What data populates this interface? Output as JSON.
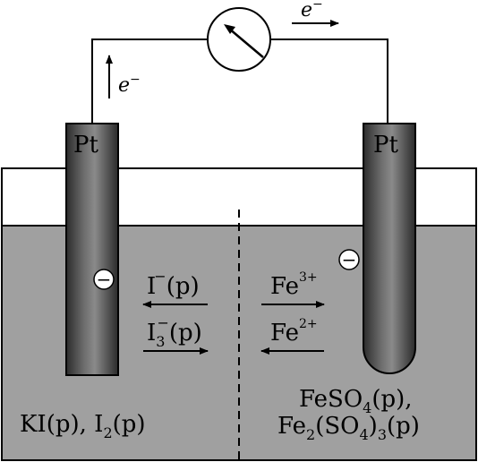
{
  "meter": {
    "icon": "galvanometer-icon"
  },
  "electron_flow": {
    "top": {
      "base": "e",
      "sup": "−"
    },
    "left": {
      "base": "e",
      "sup": "−"
    }
  },
  "electrodes": {
    "left": {
      "label": "Pt",
      "charge_sign": "−"
    },
    "right": {
      "label": "Pt",
      "charge_sign": "−"
    }
  },
  "left_half": {
    "species_1": {
      "base": "I",
      "sup": "−",
      "state": "(p)"
    },
    "species_2": {
      "base": "I",
      "sub": "3",
      "sup": "−",
      "state": "(p)"
    },
    "solution": {
      "part1": "KI(p), I",
      "sub": "2",
      "part2": "(p)"
    }
  },
  "right_half": {
    "species_1": {
      "base": "Fe",
      "sup": "3+"
    },
    "species_2": {
      "base": "Fe",
      "sup": "2+"
    },
    "solution_line1": {
      "part1": "FeSO",
      "sub": "4",
      "part2": "(p),"
    },
    "solution_line2": {
      "part1": "Fe",
      "sub1": "2",
      "part2": "(SO",
      "sub2": "4",
      "part3": ")",
      "sub3": "3",
      "part4": "(p)"
    }
  },
  "colors": {
    "electrolyte": "#a0a0a0",
    "electrode_dark": "#3a3a3a",
    "electrode_light": "#8a8a8a",
    "outline": "#000000"
  }
}
